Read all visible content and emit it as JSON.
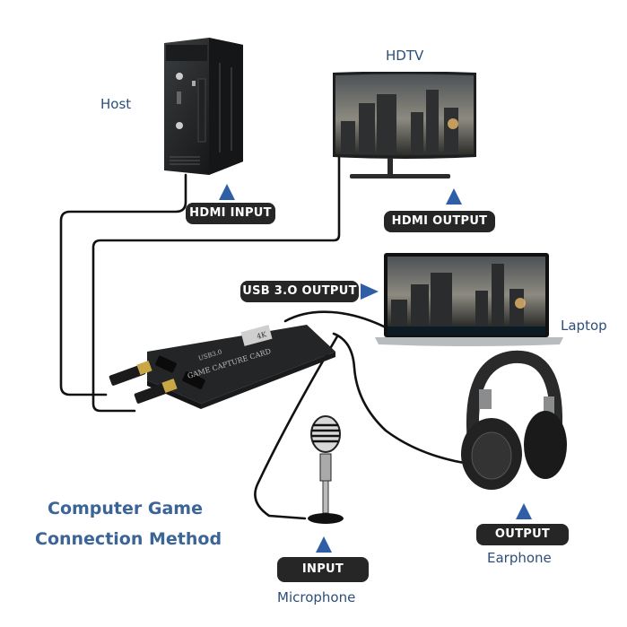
{
  "title": {
    "line1": "Computer Game",
    "line2": "Connection Method"
  },
  "devices": {
    "host": {
      "label": "Host",
      "icon": "tower-pc-icon"
    },
    "hdtv": {
      "label": "HDTV",
      "icon": "monitor-icon"
    },
    "laptop": {
      "label": "Laptop",
      "icon": "laptop-icon"
    },
    "earphone": {
      "label": "Earphone",
      "icon": "headphones-icon"
    },
    "microphone": {
      "label": "Microphone",
      "icon": "microphone-icon"
    },
    "capture_card": {
      "label": "GAME CAPTURE CARD",
      "sub_label": "USB3.0",
      "badge": "4K",
      "icon": "capture-card-icon"
    }
  },
  "ports": {
    "hdmi_input": "HDMI  INPUT",
    "hdmi_output": "HDMI  OUTPUT",
    "usb_output": "USB 3.O OUTPUT",
    "audio_output": "OUTPUT",
    "audio_input": "INPUT"
  },
  "colors": {
    "label_text": "#2c4f7a",
    "title_text": "#3b6497",
    "arrow": "#2f5ea7",
    "pill_bg": "#262626"
  }
}
